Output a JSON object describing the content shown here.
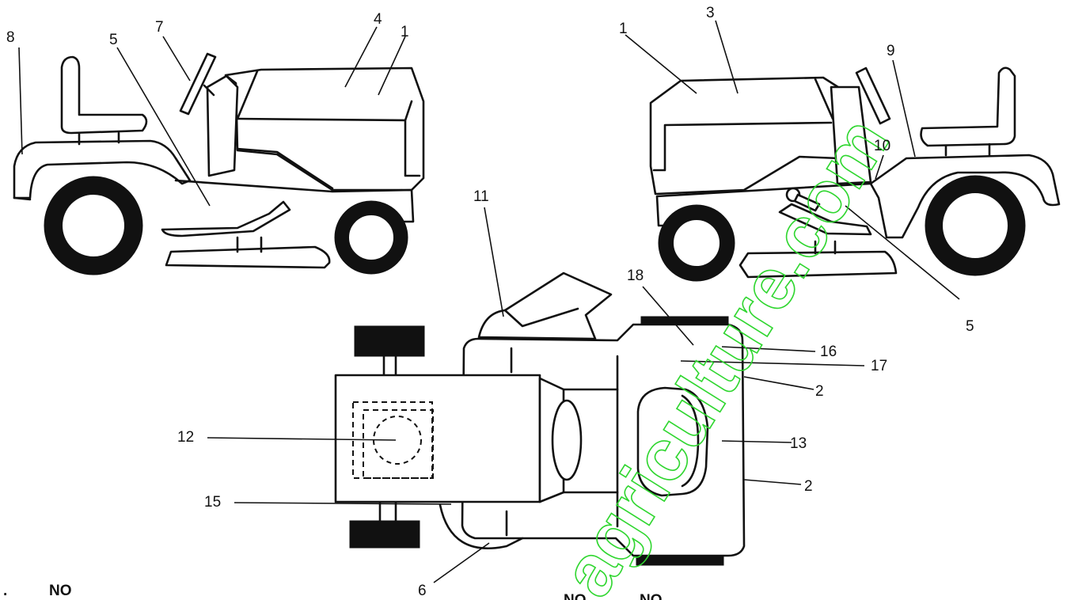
{
  "diagram": {
    "callouts": [
      {
        "id": "l-8",
        "text": "8"
      },
      {
        "id": "l-5a",
        "text": "5"
      },
      {
        "id": "l-7",
        "text": "7"
      },
      {
        "id": "l-4",
        "text": "4"
      },
      {
        "id": "l-1a",
        "text": "1"
      },
      {
        "id": "l-1b",
        "text": "1"
      },
      {
        "id": "l-3",
        "text": "3"
      },
      {
        "id": "l-9",
        "text": "9"
      },
      {
        "id": "l-10",
        "text": "10"
      },
      {
        "id": "l-5b",
        "text": "5"
      },
      {
        "id": "l-11",
        "text": "11"
      },
      {
        "id": "l-18",
        "text": "18"
      },
      {
        "id": "l-16",
        "text": "16"
      },
      {
        "id": "l-17",
        "text": "17"
      },
      {
        "id": "l-2a",
        "text": "2"
      },
      {
        "id": "l-12",
        "text": "12"
      },
      {
        "id": "l-13",
        "text": "13"
      },
      {
        "id": "l-2b",
        "text": "2"
      },
      {
        "id": "l-15",
        "text": "15"
      },
      {
        "id": "l-6",
        "text": "6"
      }
    ],
    "footer": {
      "dot": ".",
      "no_left": "NO",
      "no_mid": "NO",
      "no_right": "NO"
    },
    "watermark": "agriculture.com"
  }
}
